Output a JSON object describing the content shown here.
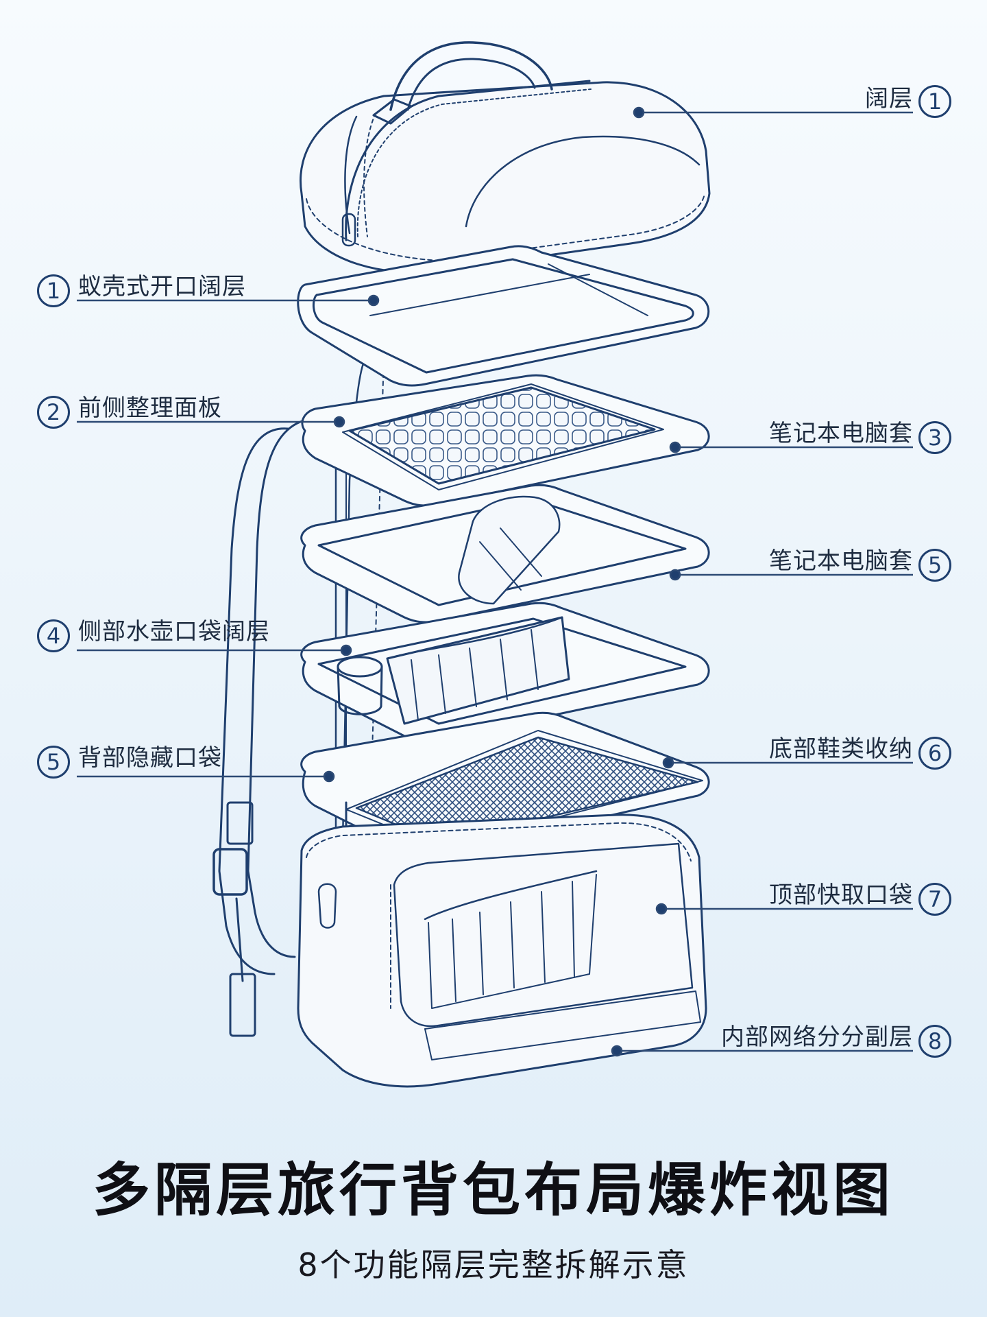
{
  "title": "多隔层旅行背包布局爆炸视图",
  "subtitle": "8个功能隔层完整拆解示意",
  "colors": {
    "line": "#1f3f6e",
    "text": "#1e2c40",
    "background": "#eaf3fa"
  },
  "callouts_left": [
    {
      "number": "1",
      "label": "蚁壳式开口阔层"
    },
    {
      "number": "2",
      "label": "前侧整理面板"
    },
    {
      "number": "4",
      "label": "侧部水壶口袋阔层"
    },
    {
      "number": "5",
      "label": "背部隐藏口袋"
    }
  ],
  "callouts_right": [
    {
      "number": "1",
      "label": "阔层"
    },
    {
      "number": "3",
      "label": "笔记本电脑套"
    },
    {
      "number": "5",
      "label": "笔记本电脑套"
    },
    {
      "number": "6",
      "label": "底部鞋类收纳"
    },
    {
      "number": "7",
      "label": "顶部快取口袋"
    },
    {
      "number": "8",
      "label": "内部网络分分副层"
    }
  ]
}
